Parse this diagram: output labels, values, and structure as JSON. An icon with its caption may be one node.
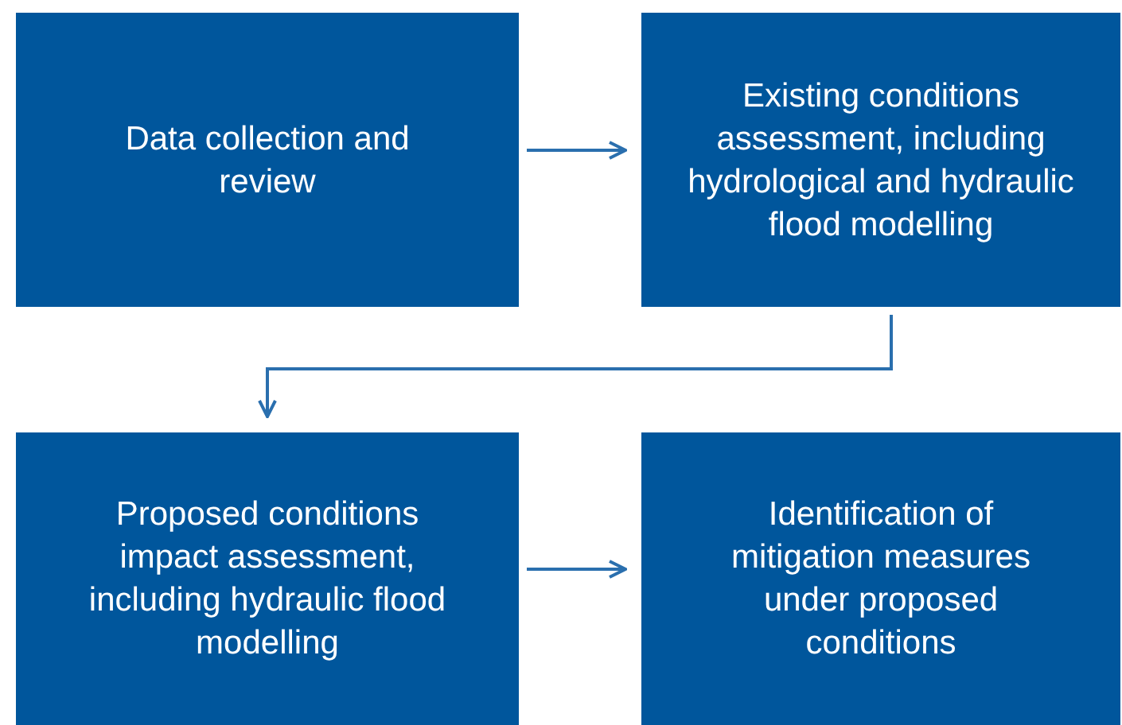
{
  "diagram": {
    "nodes": [
      {
        "text": [
          "Data collection and review"
        ]
      },
      {
        "text": [
          "Existing conditions assessment, including hydrological and hydraulic flood modelling"
        ]
      },
      {
        "text": [
          "Proposed conditions impact assessment, including hydraulic flood modelling"
        ]
      },
      {
        "text": [
          "Identification of mitigation measures under proposed conditions"
        ]
      }
    ],
    "edges": [
      {
        "from": 0,
        "to": 1,
        "arrow": "to"
      },
      {
        "from": 1,
        "to": 2,
        "arrow": "to"
      },
      {
        "from": 2,
        "to": 3,
        "arrow": "to"
      }
    ]
  }
}
